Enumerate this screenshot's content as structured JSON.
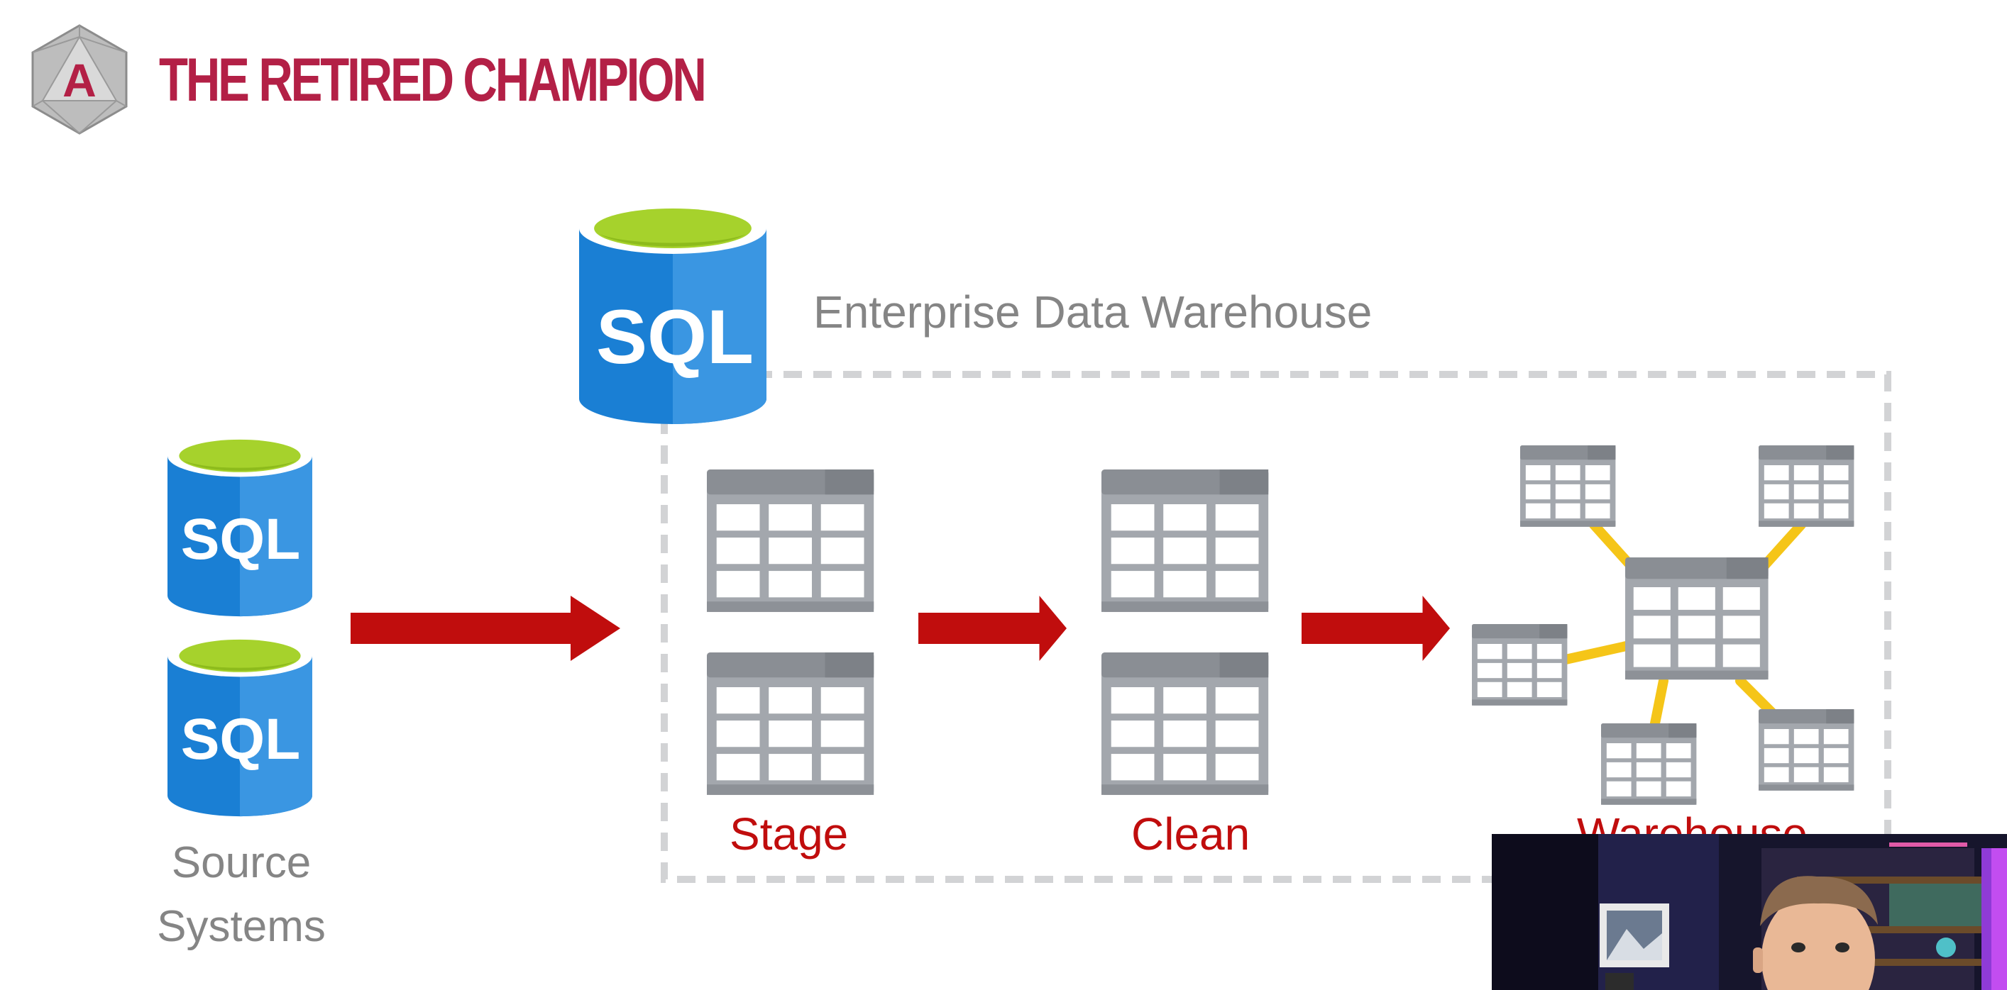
{
  "brand": {
    "title": "THE RETIRED CHAMPION",
    "logo_letter": "A",
    "accent_color": "#b32046"
  },
  "diagram": {
    "container_title": "Enterprise Data Warehouse",
    "database_icon_text": "SQL",
    "source_label": "Source Systems",
    "stages": [
      "Stage",
      "Clean",
      "Warehouse"
    ],
    "colors": {
      "arrow": "#c00d0d",
      "stage_text": "#c00d0d",
      "db_blue": "#1a7fd4",
      "db_top": "#a6d22c",
      "table_grey": "#a3a7ad",
      "connector": "#f5c518",
      "dashed_border": "#d2d3d5",
      "muted_text": "#858585"
    }
  },
  "webcam": {
    "description_icon": "presenter-video-icon"
  }
}
